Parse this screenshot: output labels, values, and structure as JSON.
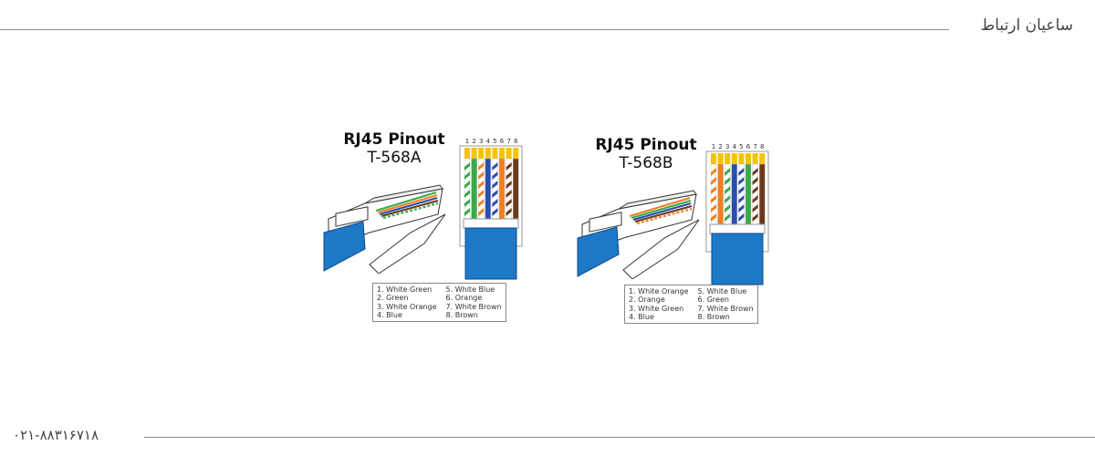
{
  "header": {
    "brand": "ساعیان ارتباط"
  },
  "footer": {
    "phone": "۰۲۱-۸۸۳۱۶۷۱۸"
  },
  "colors": {
    "white": "#ffffff",
    "green": "#3aa84a",
    "orange": "#f08020",
    "blue": "#2a4eb0",
    "brown": "#6b3a1a",
    "cable": "#1e78c8",
    "contacts": "#f5c400"
  },
  "diagrams": [
    {
      "title": "RJ45 Pinout",
      "standard": "T-568A",
      "pin_numbers": [
        "1",
        "2",
        "3",
        "4",
        "5",
        "6",
        "7",
        "8"
      ],
      "wires": [
        "White Green",
        "Green",
        "White Orange",
        "Blue",
        "White Blue",
        "Orange",
        "White Brown",
        "Brown"
      ],
      "legend_left": [
        "1. White Green",
        "2. Green",
        "3. White Orange",
        "4. Blue"
      ],
      "legend_right": [
        "5. White Blue",
        "6. Orange",
        "7. White Brown",
        "8. Brown"
      ]
    },
    {
      "title": "RJ45 Pinout",
      "standard": "T-568B",
      "pin_numbers": [
        "1",
        "2",
        "3",
        "4",
        "5",
        "6",
        "7",
        "8"
      ],
      "wires": [
        "White Orange",
        "Orange",
        "White Green",
        "Blue",
        "White Blue",
        "Green",
        "White Brown",
        "Brown"
      ],
      "legend_left": [
        "1. White Orange",
        "2. Orange",
        "3. White Green",
        "4. Blue"
      ],
      "legend_right": [
        "5. White Blue",
        "6. Green",
        "7. White Brown",
        "8. Brown"
      ]
    }
  ]
}
